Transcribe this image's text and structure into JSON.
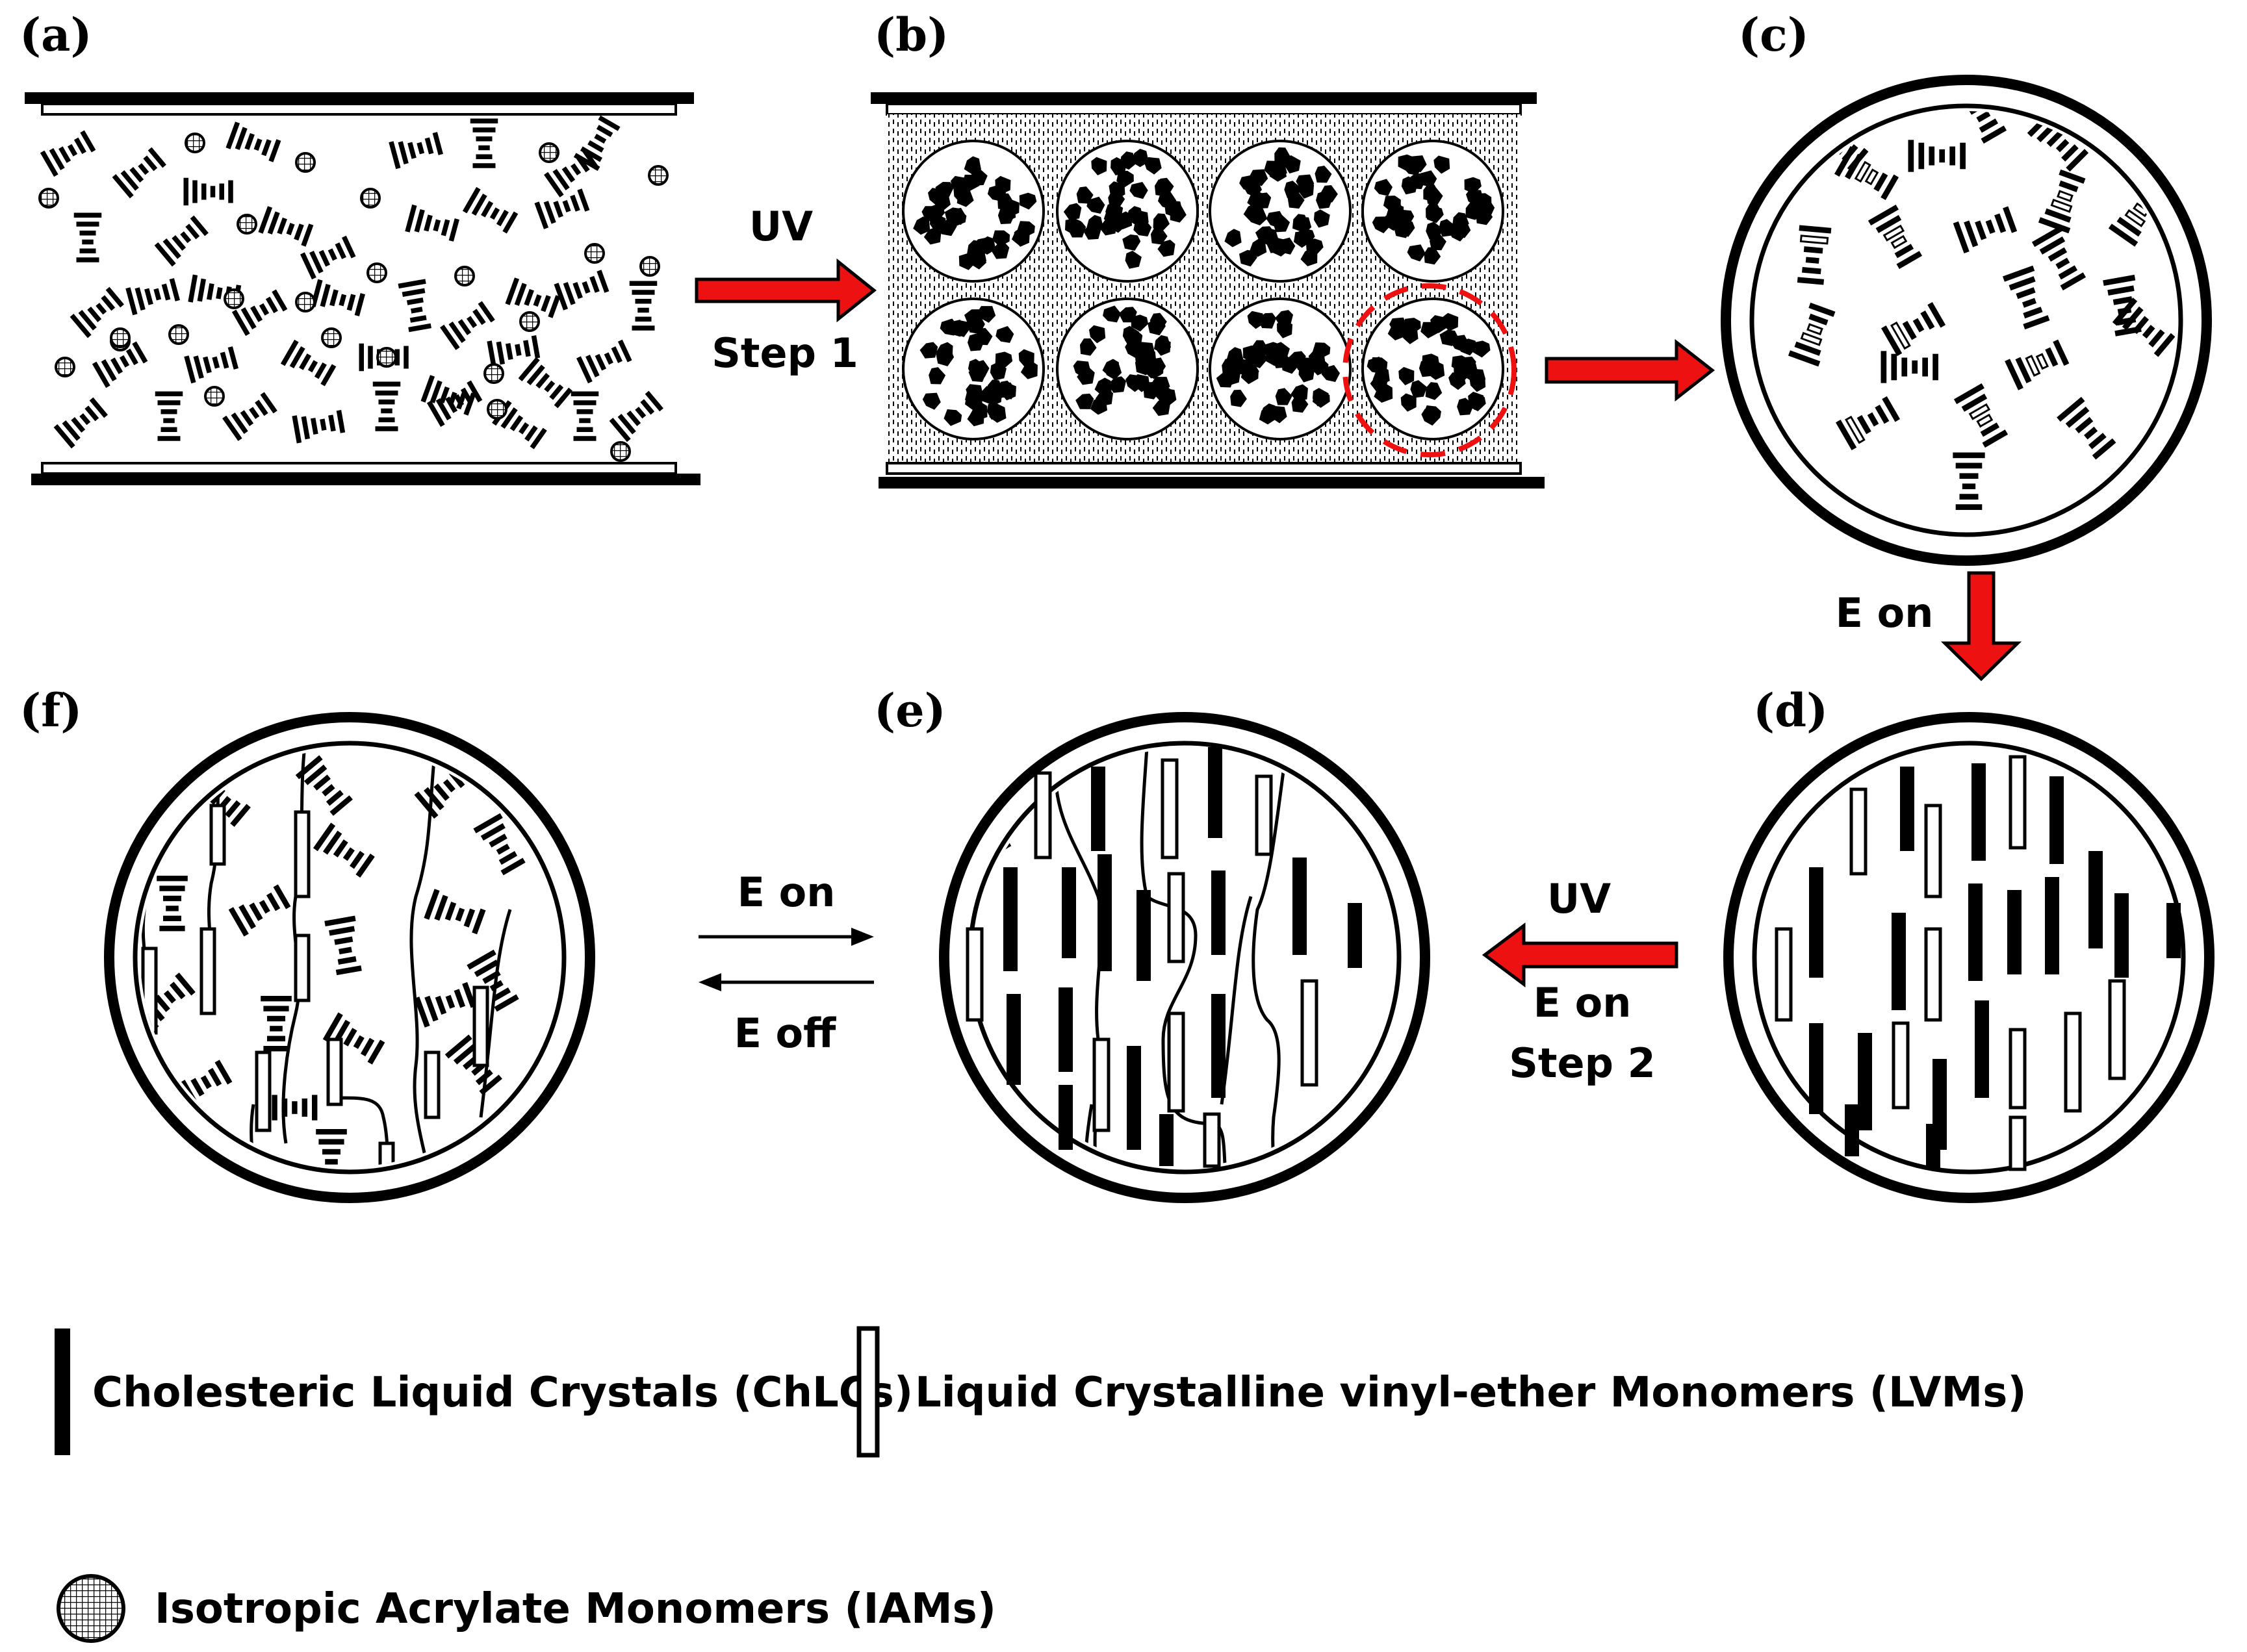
{
  "panels": {
    "a": "(a)",
    "b": "(b)",
    "c": "(c)",
    "d": "(d)",
    "e": "(e)",
    "f": "(f)"
  },
  "arrows": {
    "step1_top": "UV",
    "step1_bottom": "Step 1",
    "c_to_d": "E on",
    "step2_line1": "UV",
    "step2_line2": "E on",
    "step2_line3": "Step 2",
    "switch_on": "E on",
    "switch_off": "E off"
  },
  "legend": {
    "chlc": "Cholesteric Liquid Crystals (ChLCs)",
    "lvm": "Liquid Crystalline vinyl-ether Monomers (LVMs)",
    "iam": "Isotropic Acrylate Monomers (IAMs)"
  },
  "colors": {
    "arrow_red": "#ee1111",
    "ink": "#000000"
  }
}
